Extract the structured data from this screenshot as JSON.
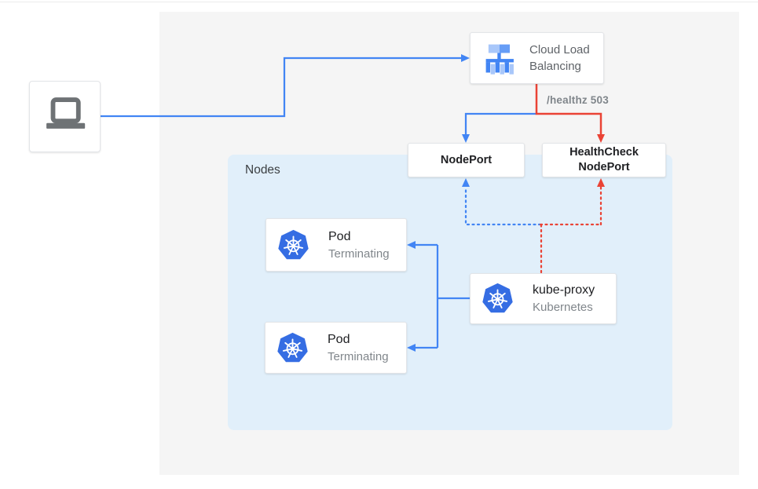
{
  "diagram": {
    "clb": {
      "line1": "Cloud Load",
      "line2": "Balancing",
      "icon": "load-balancer-icon"
    },
    "healthz_label": "/healthz 503",
    "nodeport_label": "NodePort",
    "healthcheck": {
      "line1": "HealthCheck",
      "line2": "NodePort"
    },
    "nodes_label": "Nodes",
    "pods": [
      {
        "title": "Pod",
        "subtitle": "Terminating",
        "icon": "kubernetes-icon"
      },
      {
        "title": "Pod",
        "subtitle": "Terminating",
        "icon": "kubernetes-icon"
      }
    ],
    "kube_proxy": {
      "title": "kube-proxy",
      "subtitle": "Kubernetes",
      "icon": "kubernetes-icon"
    },
    "client": {
      "icon": "laptop-icon"
    },
    "connections": [
      {
        "from": "client",
        "to": "cloud-load-balancing",
        "style": "solid",
        "color": "blue"
      },
      {
        "from": "cloud-load-balancing",
        "to": "nodeport",
        "style": "solid",
        "color": "blue"
      },
      {
        "from": "cloud-load-balancing",
        "to": "healthcheck-nodeport",
        "style": "solid",
        "color": "red",
        "label": "/healthz 503"
      },
      {
        "from": "kube-proxy",
        "to": "nodeport",
        "style": "dotted",
        "color": "blue"
      },
      {
        "from": "kube-proxy",
        "to": "healthcheck-nodeport",
        "style": "dotted",
        "color": "red"
      },
      {
        "from": "kube-proxy",
        "to": "pod-1",
        "style": "solid",
        "color": "blue"
      },
      {
        "from": "kube-proxy",
        "to": "pod-2",
        "style": "solid",
        "color": "blue"
      }
    ],
    "colors": {
      "blue": "#4285f4",
      "red": "#ea4335",
      "panel_bg": "#f5f5f5",
      "nodes_bg": "#e1effa",
      "kubernetes_blue": "#356de3",
      "text_dark": "#202124",
      "text_gray": "#80868b",
      "text_medium": "#5f6368"
    }
  }
}
